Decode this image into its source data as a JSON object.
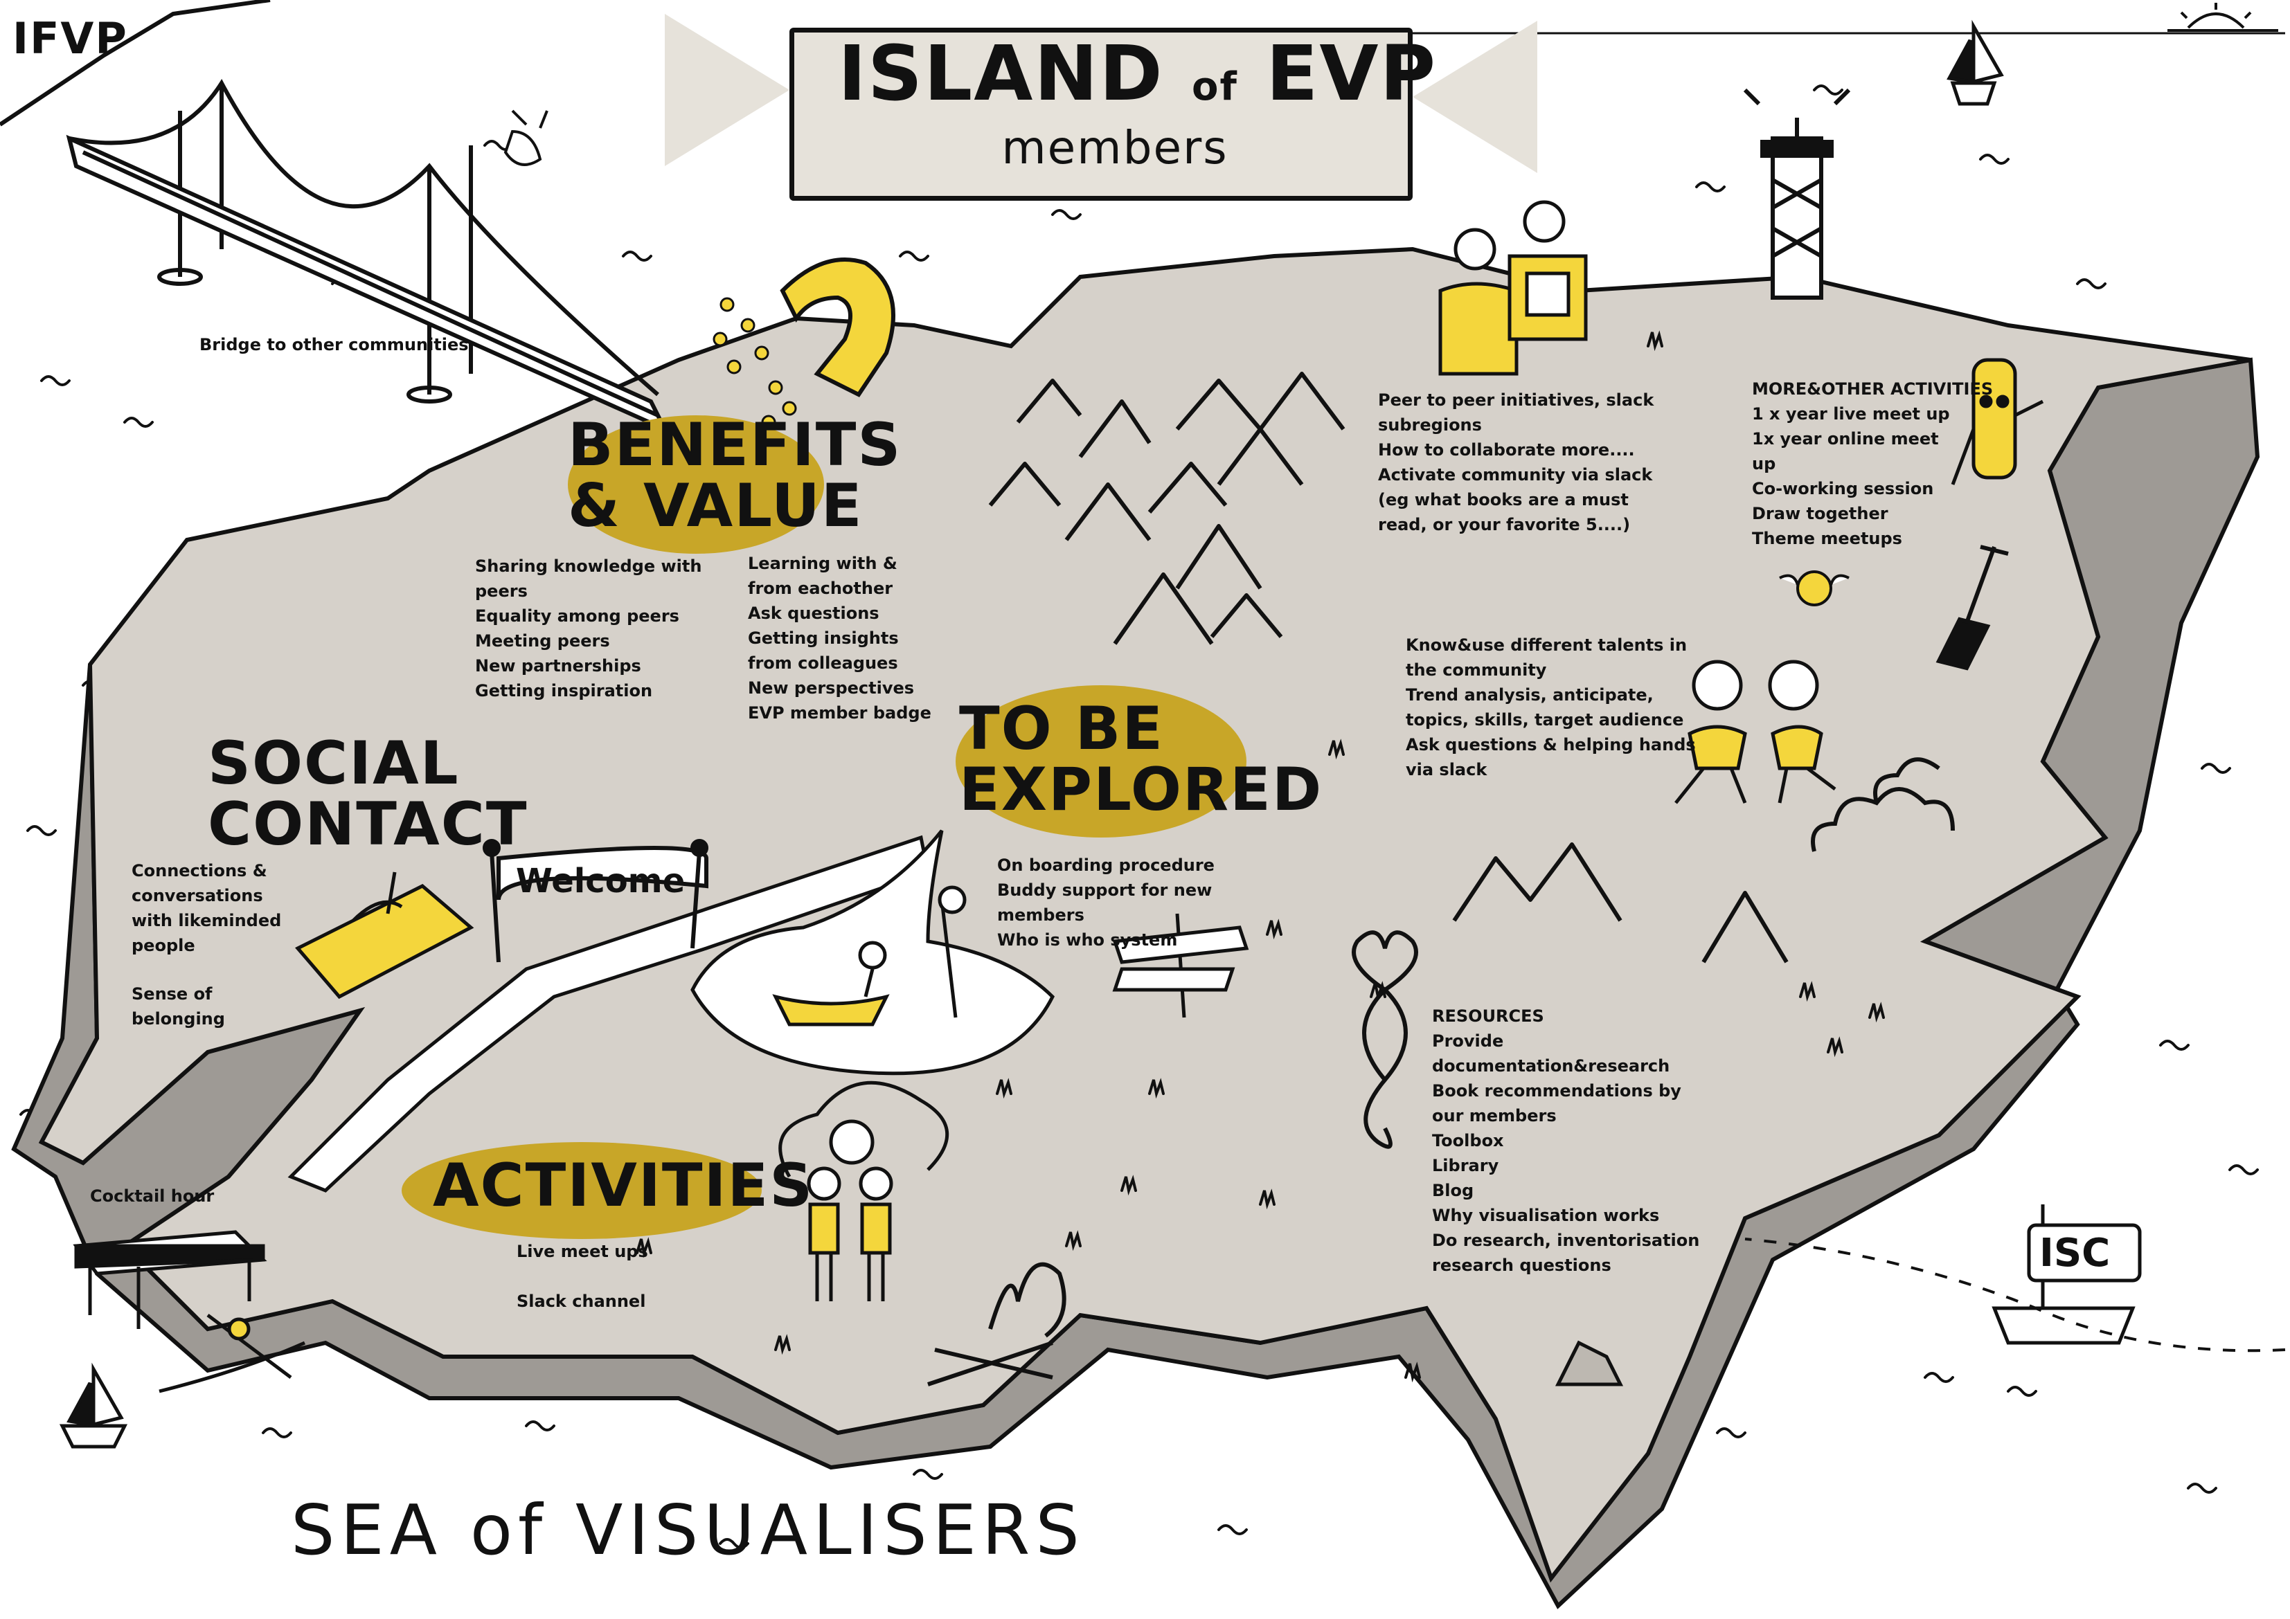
{
  "corner_label": "IFVP",
  "banner": {
    "title_part1": "ISLAND",
    "title_of": "of",
    "title_part2": "EVP",
    "subtitle": "members"
  },
  "sea_label": "SEA of VISUALISERS",
  "bridge_label": "Bridge to other communities",
  "cocktail_label": "Cocktail hour",
  "welcome_sign": "Welcome",
  "isc_flag": "ISC",
  "sections": {
    "benefits": {
      "heading_line1": "BENEFITS",
      "heading_line2": "& VALUE",
      "col1": [
        "Sharing knowledge with peers",
        "Equality among peers",
        "Meeting peers",
        "New partnerships",
        "Getting inspiration"
      ],
      "col2": [
        "Learning with & from eachother",
        "Ask questions",
        "Getting insights from colleagues",
        "New perspectives",
        "EVP member badge"
      ]
    },
    "social": {
      "heading_line1": "SOCIAL",
      "heading_line2": "CONTACT",
      "items": [
        "Connections & conversations with likeminded people",
        "Sense of belonging"
      ]
    },
    "explored": {
      "heading_line1": "TO BE",
      "heading_line2": "EXPLORED",
      "items": [
        "On boarding procedure",
        "Buddy support for new members",
        "Who is who system"
      ]
    },
    "activities": {
      "heading": "ACTIVITIES",
      "items": [
        "Live meet ups",
        "Slack channel"
      ]
    },
    "peer": {
      "items": [
        "Peer to peer initiatives, slack subregions",
        "How to collaborate more....",
        "Activate community via slack (eg what books are a must read, or your favorite 5....)"
      ]
    },
    "more": {
      "heading": "MORE&OTHER ACTIVITIES",
      "items": [
        "1 x year live meet up",
        "1x year online meet up",
        "Co-working session",
        "Draw together",
        "Theme meetups"
      ]
    },
    "talents": {
      "items": [
        "Know&use different talents in the community",
        "Trend analysis, anticipate, topics, skills, target audience",
        "Ask questions & helping hands via slack"
      ]
    },
    "resources": {
      "heading": "RESOURCES",
      "items": [
        "Provide documentation&research",
        "Book recommendations by our members",
        "Toolbox",
        "Library",
        "Blog",
        "Why visualisation works",
        "Do research, inventorisation research questions"
      ]
    }
  },
  "colors": {
    "island": "#d6d1ca",
    "cliff": "#9e9a95",
    "accent": "#c8a628",
    "yellow": "#f4d63c",
    "ink": "#111111",
    "banner": "#e6e2da"
  }
}
